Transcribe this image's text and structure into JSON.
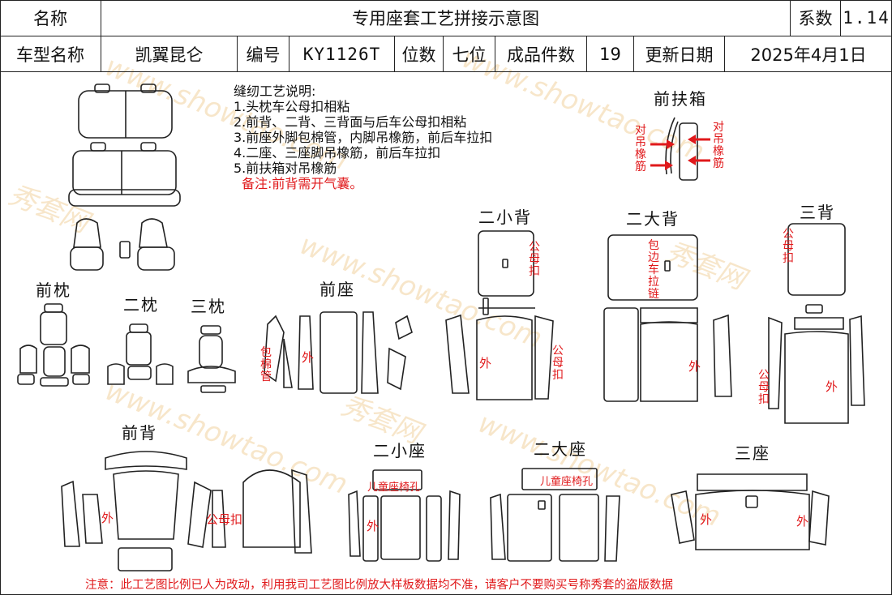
{
  "header": {
    "name_label": "名称",
    "title": "专用座套工艺拼接示意图",
    "coef_label": "系数",
    "coef_value": "1.14",
    "car_label": "车型名称",
    "car_value": "凯翼昆仑",
    "code_label": "编号",
    "code_value": "KY1126T",
    "seats_label": "位数",
    "seats_value": "七位",
    "pieces_label": "成品件数",
    "pieces_value": "19",
    "date_label": "更新日期",
    "date_value": "2025年4月1日"
  },
  "notes": {
    "title": "缝纫工艺说明:",
    "items": [
      "1.头枕车公母扣相粘",
      "2.前背、二背、三背面与后车公母扣相粘",
      "3.前座外脚包棉管，内脚吊橡筋，前后车拉扣",
      "4.二座、三座脚吊橡筋，前后车拉扣",
      "5.前扶箱对吊橡筋"
    ],
    "remark": "备注:前背需开气囊。"
  },
  "sections": {
    "front_armrest": "前扶箱",
    "front_headrest": "前枕",
    "second_headrest": "二枕",
    "third_headrest": "三枕",
    "front_seat": "前座",
    "second_small_back": "二小背",
    "second_large_back": "二大背",
    "third_back": "三背",
    "front_back": "前背",
    "second_small_seat": "二小座",
    "second_large_seat": "二大座",
    "third_seat": "三座"
  },
  "marks": {
    "pair_elastic": "对吊橡筋",
    "snap": "公母扣",
    "outer": "外",
    "cotton_tube": "包棉管",
    "edge_pull": "包边车拉链",
    "child_seat_hole": "儿童座椅孔",
    "snap_strap": "公母扣"
  },
  "footer": {
    "notice": "注意：此工艺图比例已人为改动，利用我司工艺图比例放大样板数据均不准，请客户不要购买号称秀套的盗版数据"
  },
  "watermark": {
    "site": "www.showtao.com",
    "brand": "秀套网"
  },
  "colors": {
    "accent_red": "#e0191b",
    "line": "#222222"
  }
}
